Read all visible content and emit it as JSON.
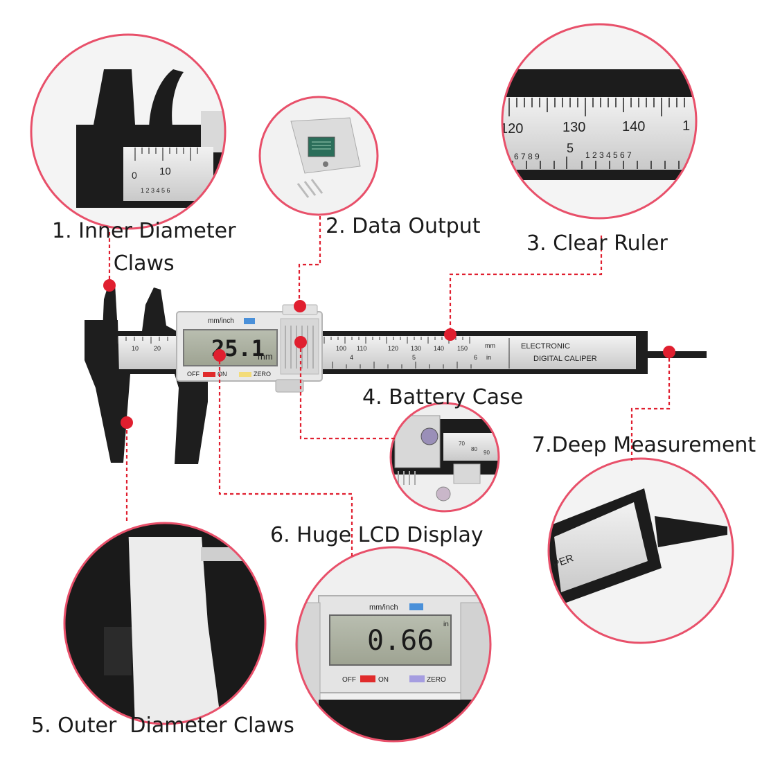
{
  "colors": {
    "accent_red": "#e01f2f",
    "circle_border": "#e8506a",
    "caliper_black": "#1e1e1e",
    "lcd_green_grey": "#a9b09e",
    "ruler_silver": "#dcdcdc"
  },
  "callouts": [
    {
      "id": "inner-diameter-claws",
      "line1": "1. Inner Diameter",
      "line2": "Claws"
    },
    {
      "id": "data-output",
      "line1": "2. Data Output"
    },
    {
      "id": "clear-ruler",
      "line1": "3. Clear Ruler"
    },
    {
      "id": "battery-case",
      "line1": "4. Battery Case"
    },
    {
      "id": "outer-diameter-claws",
      "line1": "5. Outer  Diameter Claws"
    },
    {
      "id": "lcd-display",
      "line1": "6. Huge LCD Display"
    },
    {
      "id": "deep-measurement",
      "line1": "7.Deep Measurement"
    }
  ],
  "caliper": {
    "unit_button": "mm/inch",
    "reading_value": "25.1",
    "reading_unit": "mm",
    "off_label": "OFF",
    "on_label": "ON",
    "zero_label": "ZERO",
    "brand_line1": "ELECTRONIC",
    "brand_line2": "DIGITAL CALIPER",
    "ruler_mm_ticks": [
      "0",
      "10",
      "20",
      "100",
      "110",
      "120",
      "130",
      "140",
      "150",
      "mm"
    ],
    "ruler_inch_ticks": [
      "4",
      "5",
      "6",
      "in"
    ]
  },
  "zooms": {
    "inner_claws": {
      "scale_label": "10",
      "zero": "0",
      "inch_digits": "1 2 3 4 5 6"
    },
    "ruler": {
      "mm_labels": [
        "120",
        "130",
        "140",
        "1"
      ],
      "inch_digits_left": "6 7 8 9",
      "inch_major": "5",
      "inch_digits_right": "1 2 3 4 5 6 7"
    },
    "lcd": {
      "unit_button": "mm/inch",
      "reading_value": "0.66",
      "reading_unit": "in",
      "off_label": "OFF",
      "on_label": "ON",
      "zero_label": "ZERO"
    },
    "battery": {
      "ruler_labels": [
        "70",
        "80",
        "90"
      ]
    },
    "deep": {
      "text_fragment": "PER"
    }
  }
}
